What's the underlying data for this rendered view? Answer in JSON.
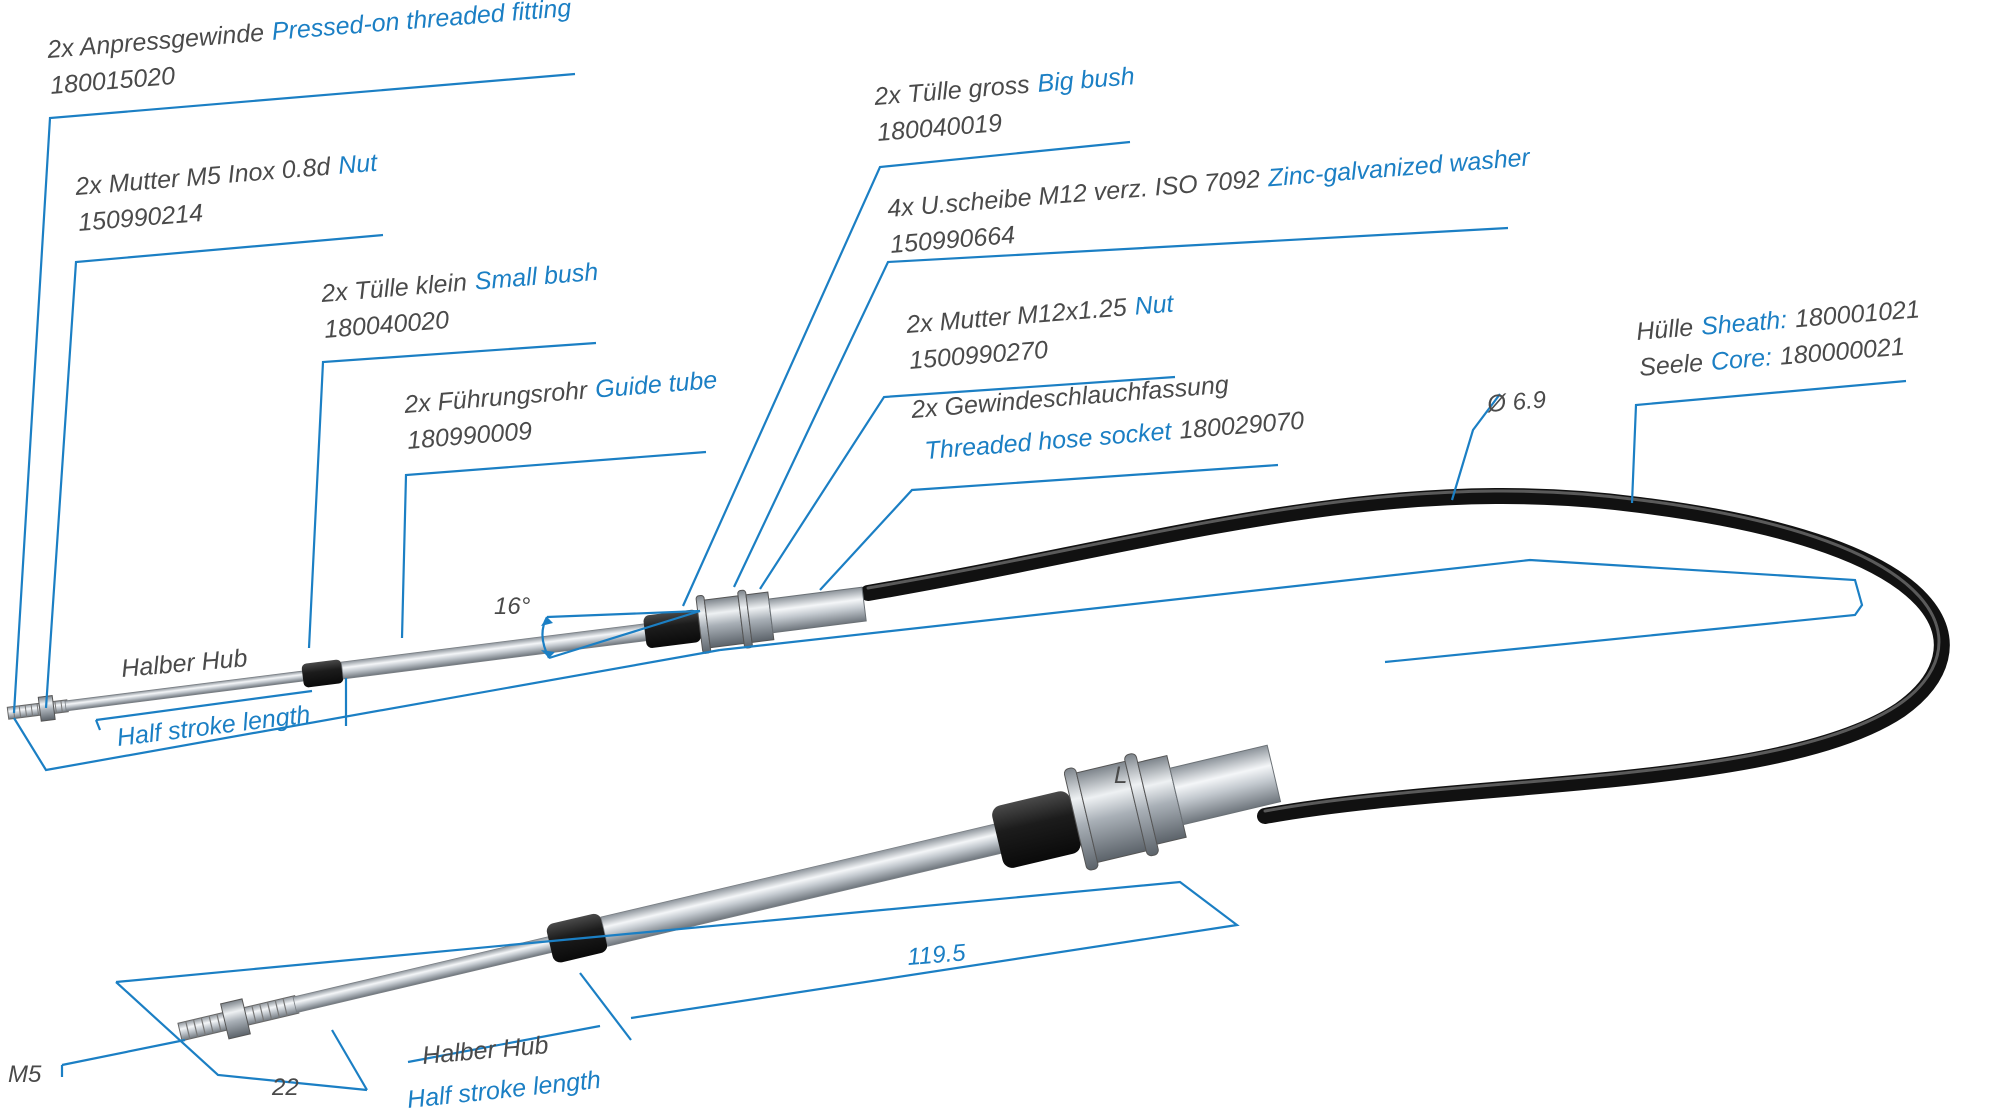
{
  "colors": {
    "accent": "#1b7fc4",
    "text": "#4a4a4a",
    "sheath": "#1e1e1e",
    "steel": "#c9ced3",
    "rubber": "#222222"
  },
  "callouts": {
    "pressed_fitting": {
      "qty_de": "2x Anpressgewinde",
      "en": "Pressed-on threaded fitting",
      "part": "180015020"
    },
    "nut_m5": {
      "qty_de": "2x Mutter M5 Inox 0.8d",
      "en": "Nut",
      "part": "150990214"
    },
    "small_bush": {
      "qty_de": "2x Tülle klein",
      "en": "Small bush",
      "part": "180040020"
    },
    "guide_tube": {
      "qty_de": "2x Führungsrohr",
      "en": "Guide tube",
      "part": "180990009"
    },
    "big_bush": {
      "qty_de": "2x Tülle gross",
      "en": "Big bush",
      "part": "180040019"
    },
    "washer": {
      "qty_de": "4x U.scheibe M12 verz. ISO 7092",
      "en": "Zinc-galvanized washer",
      "part": "150990664"
    },
    "nut_m12": {
      "qty_de": "2x Mutter M12x1.25",
      "en": "Nut",
      "part": "1500990270"
    },
    "hose_socket": {
      "qty_de": "2x Gewindeschlauchfassung",
      "en": "Threaded hose socket",
      "part": "180029070"
    },
    "sheath": {
      "de": "Hülle",
      "en": "Sheath:",
      "part": "180001021"
    },
    "core": {
      "de": "Seele",
      "en": "Core:",
      "part": "180000021"
    }
  },
  "dimensions": {
    "diameter": "Ø 6.9",
    "angle": "16°",
    "length": "L",
    "rod_length": "119.5",
    "thread_length": "22",
    "thread": "M5",
    "half_stroke_top_de": "Halber Hub",
    "half_stroke_top_en": "Half stroke length",
    "half_stroke_bottom_de": "Halber Hub",
    "half_stroke_bottom_en": "Half stroke length"
  }
}
